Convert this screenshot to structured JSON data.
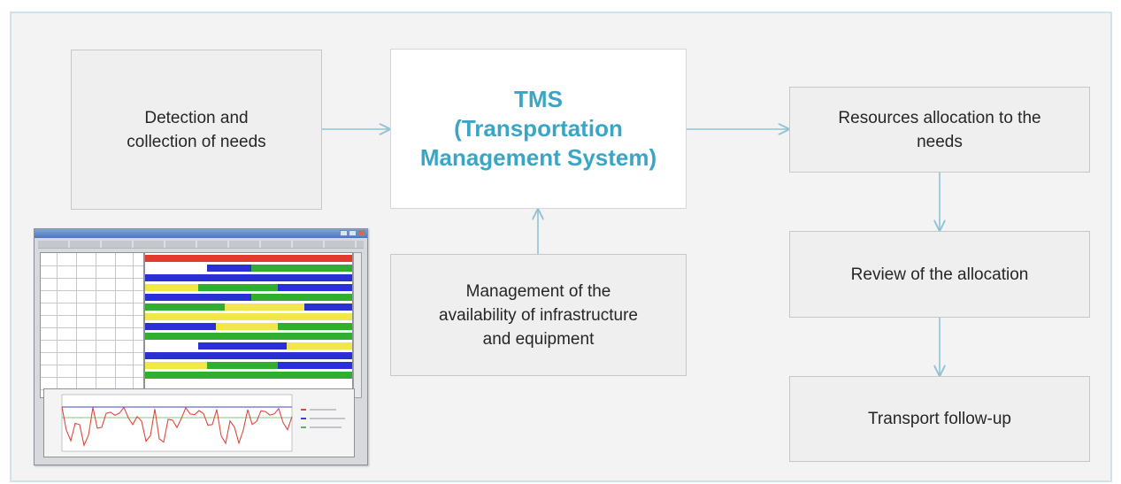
{
  "boxes": {
    "detection": [
      "Detection and",
      "collection of needs"
    ],
    "tms": [
      "TMS",
      "(Transportation",
      "Management System)"
    ],
    "resources": [
      "Resources allocation to the",
      "needs"
    ],
    "management": [
      "Management of the",
      "availability of infrastructure",
      "and equipment"
    ],
    "review": [
      "Review of the allocation"
    ],
    "followup": [
      "Transport follow-up"
    ]
  },
  "colors": {
    "accent": "#3aa6c6",
    "arrow": "#8fc3d4",
    "box_fill": "#efefef",
    "panel_fill": "#f3f3f3",
    "text": "#262626"
  }
}
